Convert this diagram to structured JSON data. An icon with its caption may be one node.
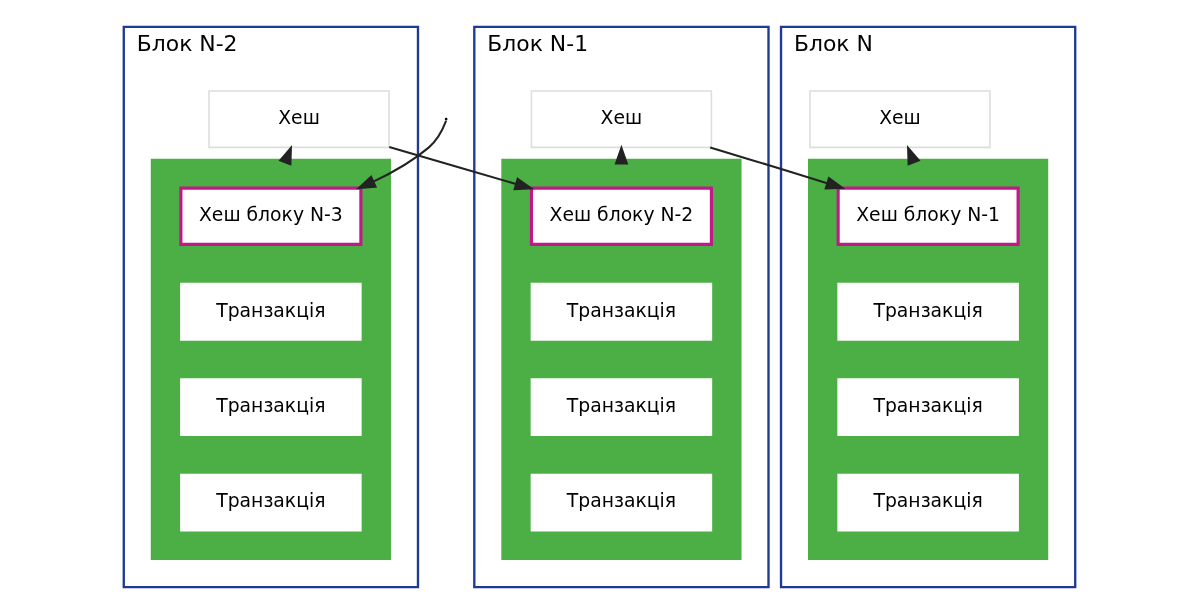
{
  "diagram": {
    "nodes": [
      {
        "text": [
          "Блок N"
        ]
      },
      {
        "text": [
          "Хеш"
        ],
        "in": 0
      },
      {
        "text": [],
        "shape": "box",
        "in": 0
      },
      {
        "text": [
          "Хеш блоку N-1"
        ],
        "in": 2
      },
      {
        "text": [
          "Транзакція"
        ],
        "in": 2
      },
      {
        "text": [
          "Транзакція"
        ],
        "in": 2
      },
      {
        "text": [
          "Транзакція"
        ],
        "in": 2
      },
      {
        "text": [
          "Блок N-1"
        ]
      },
      {
        "text": [
          "Хеш"
        ],
        "in": 7
      },
      {
        "text": [],
        "shape": "box",
        "in": 7
      },
      {
        "text": [
          "Хеш блоку N-2"
        ],
        "in": 9
      },
      {
        "text": [
          "Транзакція"
        ],
        "in": 9
      },
      {
        "text": [
          "Транзакція"
        ],
        "in": 9
      },
      {
        "text": [
          "Транзакція"
        ],
        "in": 9
      },
      {
        "text": [
          "Блок N-2"
        ]
      },
      {
        "text": [
          "Хеш"
        ],
        "in": 14
      },
      {
        "text": [],
        "shape": "box",
        "in": 14
      },
      {
        "text": [
          "Хеш блоку N-3"
        ],
        "in": 16
      },
      {
        "text": [
          "Транзакція"
        ],
        "in": 16
      },
      {
        "text": [
          "Транзакція"
        ],
        "in": 16
      },
      {
        "text": [
          "Транзакція"
        ],
        "in": 16
      }
    ],
    "edges": [
      {
        "from": 2,
        "to": 1,
        "arrow": "to"
      },
      {
        "from": 8,
        "to": 3,
        "arrow": "to"
      },
      {
        "from": 9,
        "to": 8,
        "arrow": "to"
      },
      {
        "from": 15,
        "to": 10,
        "arrow": "to"
      },
      {
        "from": 16,
        "to": 15,
        "arrow": "to"
      },
      {
        "from": null,
        "to": 17,
        "arrow": "to"
      }
    ]
  }
}
